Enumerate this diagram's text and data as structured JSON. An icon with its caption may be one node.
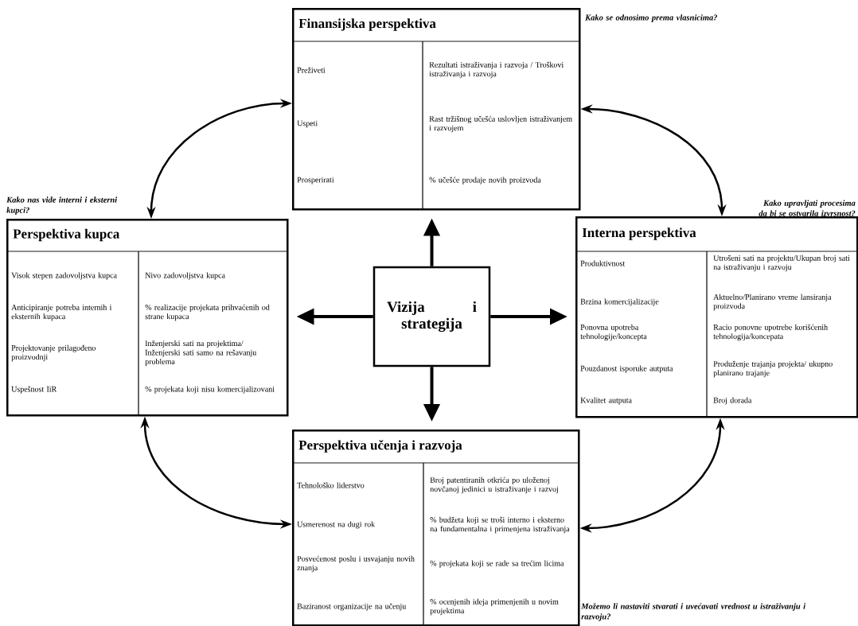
{
  "diagram": {
    "nodes": [
      {
        "text": [
          "Finansijska perspektiva",
          "Preživeti",
          "Rezultati istraživanja i razvoja / Troškovi istraživanja i razvoja",
          "Uspeti",
          "Rast tržišnog učešća uslovljen istraživanjem i razvojem",
          "Prosperirati",
          "% učešće prodaje novih proizvoda"
        ],
        "beside": [
          "Kako se odnosimo prema vlasnicima?"
        ]
      },
      {
        "text": [
          "Perspektiva kupca",
          "Visok stepen zadovoljstva kupca",
          "Nivo zadovoljstva kupca",
          "Anticipiranje potreba internih i eksternih kupaca",
          "% realizacije projekata prihvaćenih od strane kupaca",
          "Projektovanje prilagođeno proizvodnji",
          "Inženjerski sati na projektima/ Inženjerski sati samo na rešavanju problema",
          "Uspešnost IiR",
          "% projekata koji nisu komercijalizovani"
        ],
        "beside": [
          "Kako nas vide interni i eksterni kupci?"
        ]
      },
      {
        "text": [
          "Vizija i strategija"
        ]
      },
      {
        "text": [
          "Interna perspektiva",
          "Produktivnost",
          "Utrošeni sati na projektu/Ukupan broj sati na istraživanju i razvoju",
          "Brzina komercijalizacije",
          "Aktuelno/Planirano vreme lansiranja proizvoda",
          "Ponovna upotreba tehnologije/koncepta",
          "Racio ponovne upotrebe korišćenih tehnologija/koncepata",
          "Pouzdanost isporuke autputa",
          "Produženje trajanja projekta/ ukupno planirano trajanje",
          "Kvalitet autputa",
          "Broj dorada"
        ],
        "beside": [
          "Kako upravljati procesima da bi se ostvarila izvrsnost?"
        ]
      },
      {
        "text": [
          "Perspektiva učenja i razvoja",
          "Tehnološko liderstvo",
          "Broj patentiranih otkrića po uloženoj novčanoj jedinici u istraživanje i razvoj",
          "Usmerenost na dugi rok",
          "% budžeta koji se troši interno i eksterno na fundamentalna i primenjena istraživanja",
          "Posvećenost poslu i usvajanju novih znanja",
          "% projekata koji se rade sa trećim licima",
          "Baziranost organizacije na učenju",
          "% ocenjenih ideja primenjenih u novim projektima"
        ],
        "beside": [
          "Možemo li nastaviti stvarati i uvećavati vrednost u istraživanju i razvoju?"
        ]
      }
    ],
    "edges": [
      {
        "from": 2,
        "to": 0,
        "arrow": "to"
      },
      {
        "from": 2,
        "to": 1,
        "arrow": "to"
      },
      {
        "from": 2,
        "to": 3,
        "arrow": "to"
      },
      {
        "from": 2,
        "to": 4,
        "arrow": "to"
      },
      {
        "from": 0,
        "to": 1,
        "arrow": "both"
      },
      {
        "from": 0,
        "to": 3,
        "arrow": "both"
      },
      {
        "from": 1,
        "to": 4,
        "arrow": "both"
      },
      {
        "from": 3,
        "to": 4,
        "arrow": "both"
      }
    ]
  }
}
